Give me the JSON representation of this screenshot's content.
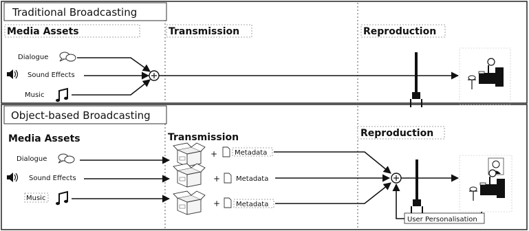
{
  "traditional": {
    "title": "Traditional Broadcasting",
    "media_assets": "Media Assets",
    "transmission": "Transmission",
    "reproduction": "Reproduction",
    "assets": [
      "Dialogue",
      "Sound Effects",
      "Music"
    ]
  },
  "object_based": {
    "title": "Object-based Broadcasting",
    "media_assets": "Media Assets",
    "transmission": "Transmission",
    "reproduction": "Reproduction",
    "assets": [
      "Dialogue",
      "Sound Effects",
      "Music"
    ],
    "metadata": [
      "Metadata",
      "Metadata",
      "Metadata"
    ],
    "plus": "+",
    "user_personalisation": "User Personalisation"
  }
}
